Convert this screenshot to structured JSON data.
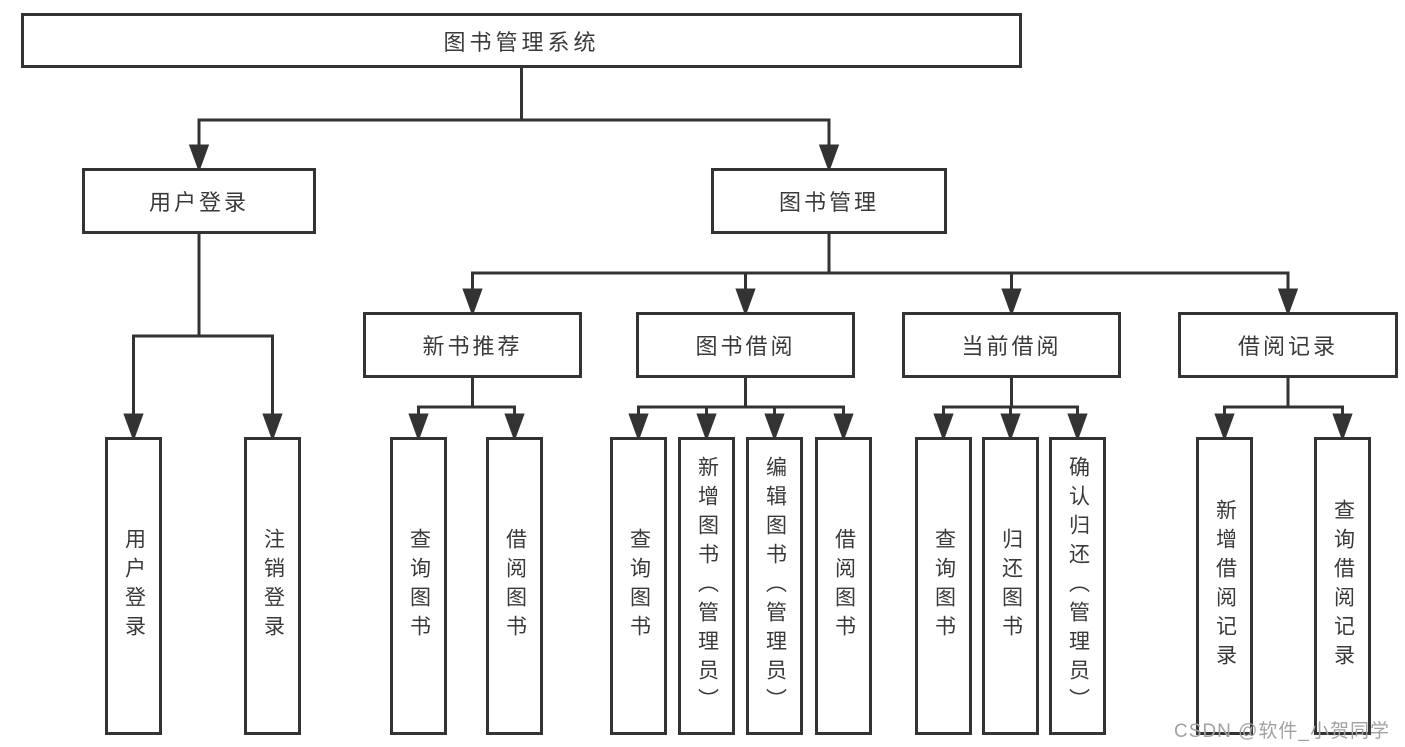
{
  "root": {
    "label": "图书管理系统"
  },
  "branches": [
    {
      "label": "用户登录",
      "children": [
        {
          "label": "用户登录"
        },
        {
          "label": "注销登录"
        }
      ]
    },
    {
      "label": "图书管理",
      "sections": [
        {
          "label": "新书推荐",
          "children": [
            {
              "label": "查询图书"
            },
            {
              "label": "借阅图书"
            }
          ]
        },
        {
          "label": "图书借阅",
          "children": [
            {
              "label": "查询图书"
            },
            {
              "label": "新增图书（管理员）"
            },
            {
              "label": "编辑图书（管理员）"
            },
            {
              "label": "借阅图书"
            }
          ]
        },
        {
          "label": "当前借阅",
          "children": [
            {
              "label": "查询图书"
            },
            {
              "label": "归还图书"
            },
            {
              "label": "确认归还（管理员）"
            }
          ]
        },
        {
          "label": "借阅记录",
          "children": [
            {
              "label": "新增借阅记录"
            },
            {
              "label": "查询借阅记录"
            }
          ]
        }
      ]
    }
  ],
  "watermark": {
    "text": "CSDN @软件_小贺同学"
  },
  "colors": {
    "line": "#333333",
    "box_border": "#333333",
    "text": "#3a3a3a",
    "watermark": "#a2a2a2",
    "background": "#ffffff"
  }
}
